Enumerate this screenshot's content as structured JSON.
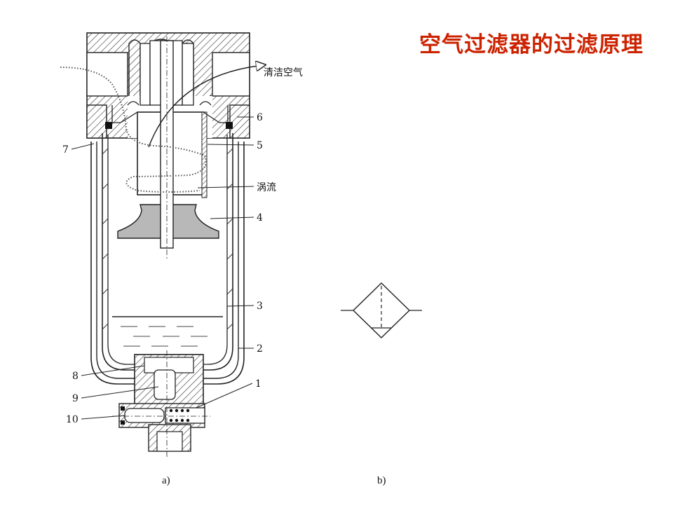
{
  "title": "空气过滤器的过滤原理",
  "title_color": "#cc2200",
  "labels": {
    "clean_air": "清洁空气",
    "vortex": "涡流",
    "n1": "1",
    "n2": "2",
    "n3": "3",
    "n4": "4",
    "n5": "5",
    "n6": "6",
    "n7": "7",
    "n8": "8",
    "n9": "9",
    "n10": "10"
  },
  "captions": {
    "a": "a)",
    "b": "b)"
  }
}
